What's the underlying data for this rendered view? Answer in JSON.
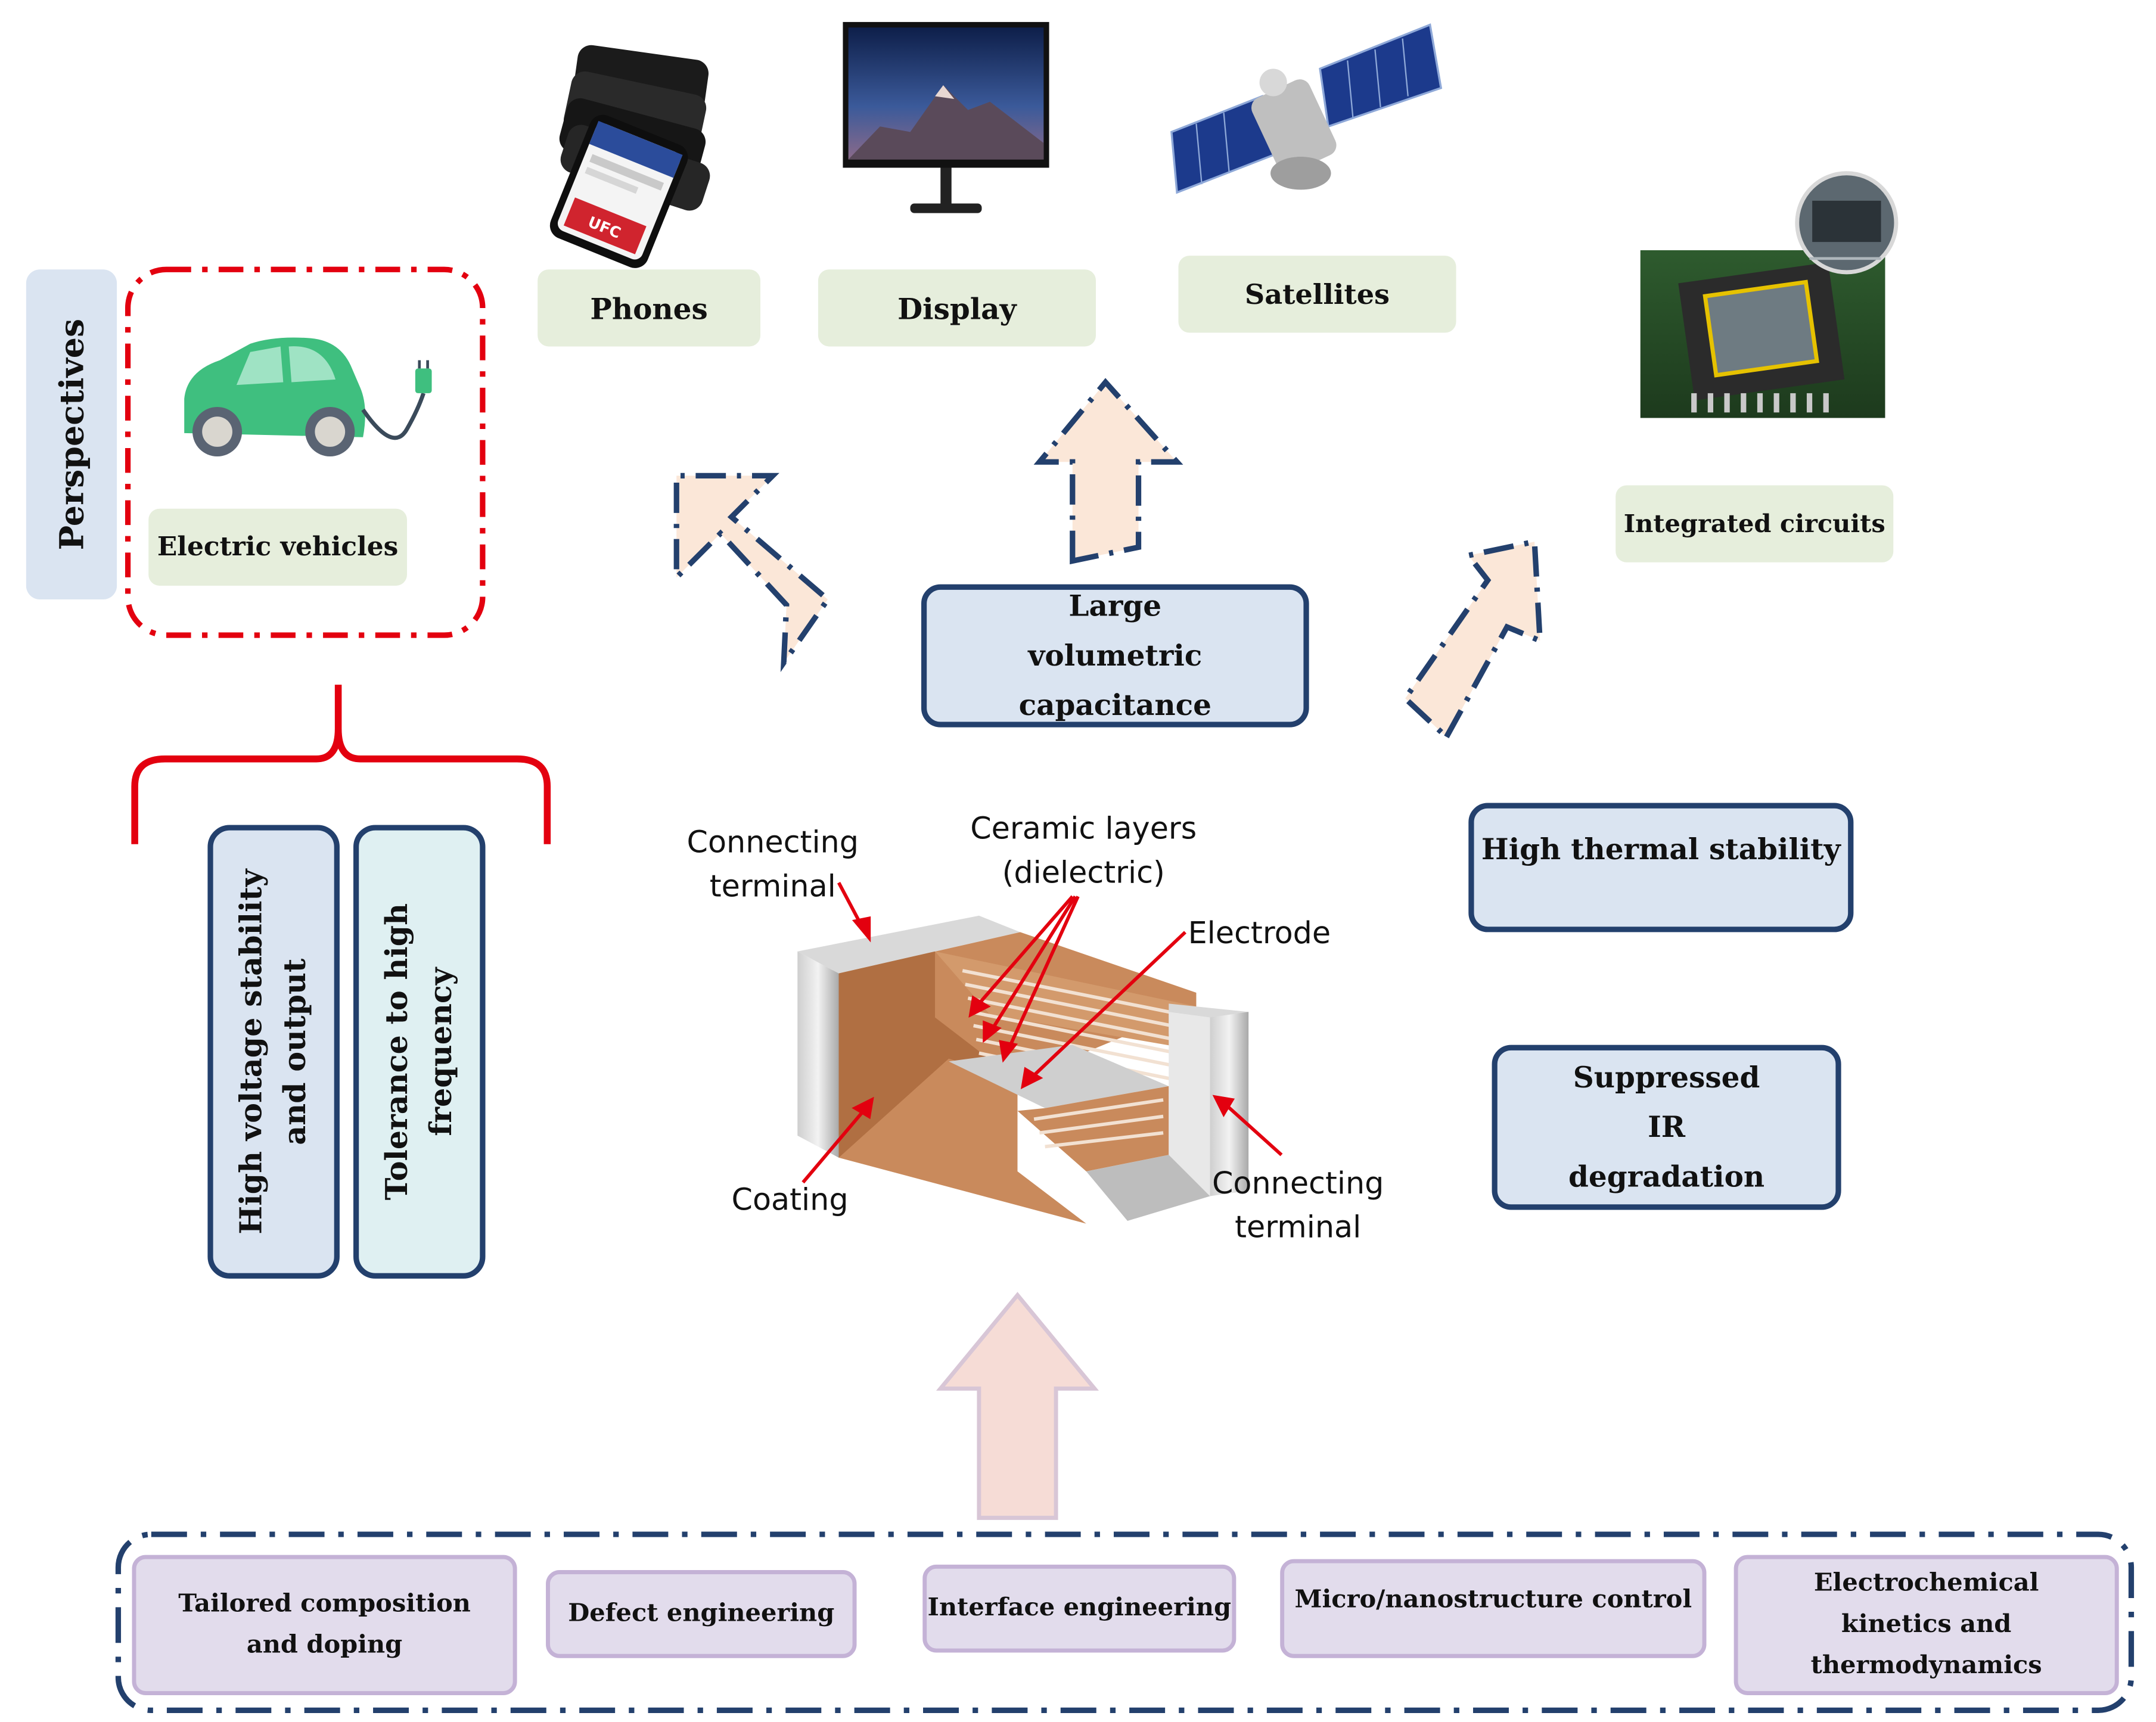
{
  "side_title": "Perspectives",
  "applications": {
    "electric_vehicles": "Electric vehicles",
    "phones": "Phones",
    "display": "Display",
    "satellites": "Satellites",
    "integrated_circuits": "Integrated circuits"
  },
  "ev_requirements": {
    "voltage": "High voltage stability and output",
    "frequency": "Tolerance to high frequency"
  },
  "properties": {
    "volumetric": "Large volumetric capacitance",
    "thermal": "High thermal stability",
    "ir": "Suppressed IR degradation"
  },
  "mlcc_labels": {
    "terminal_top": "Connecting terminal",
    "ceramic": "Ceramic layers (dielectric)",
    "electrode": "Electrode",
    "coating": "Coating",
    "terminal_bottom": "Connecting terminal"
  },
  "strategies": [
    "Tailored composition and doping",
    "Defect engineering",
    "Interface engineering",
    "Micro/nanostructure control",
    "Electrochemical kinetics and thermodynamics"
  ],
  "phone_screen_logo": "UFC",
  "colors": {
    "accent_red": "#e3000f",
    "navy_border": "#23406d",
    "arrow_fill": "#fbe7d8",
    "up_arrow_fill": "#f6dcd6",
    "tag_green": "#e6eedc",
    "box_blue": "#dae4f1",
    "box_purple": "#e2dcec"
  }
}
